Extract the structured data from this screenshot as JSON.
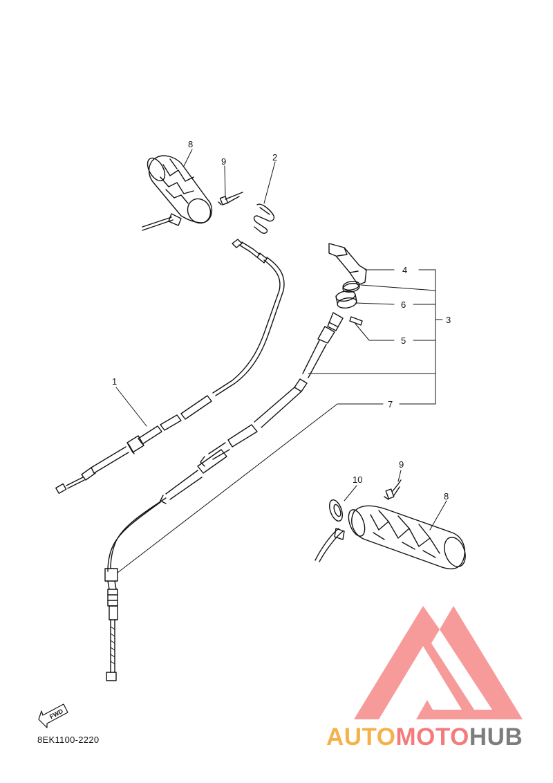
{
  "diagram": {
    "callouts": {
      "c1": "1",
      "c2": "2",
      "c3": "3",
      "c4": "4",
      "c5": "5",
      "c6": "6",
      "c7": "7",
      "c8a": "8",
      "c8b": "8",
      "c9a": "9",
      "c9b": "9",
      "c10": "10"
    },
    "fwd_label": "FWD",
    "part_code": "8EK1100-2220"
  },
  "watermark": {
    "brand_part1": "AUTO",
    "brand_part2": "MOTO",
    "brand_part3": "HUB",
    "colors": {
      "auto": "#f6b24a",
      "moto": "#f47b7b",
      "hub": "#7d7d7d",
      "logo": "#f79a9a"
    }
  }
}
